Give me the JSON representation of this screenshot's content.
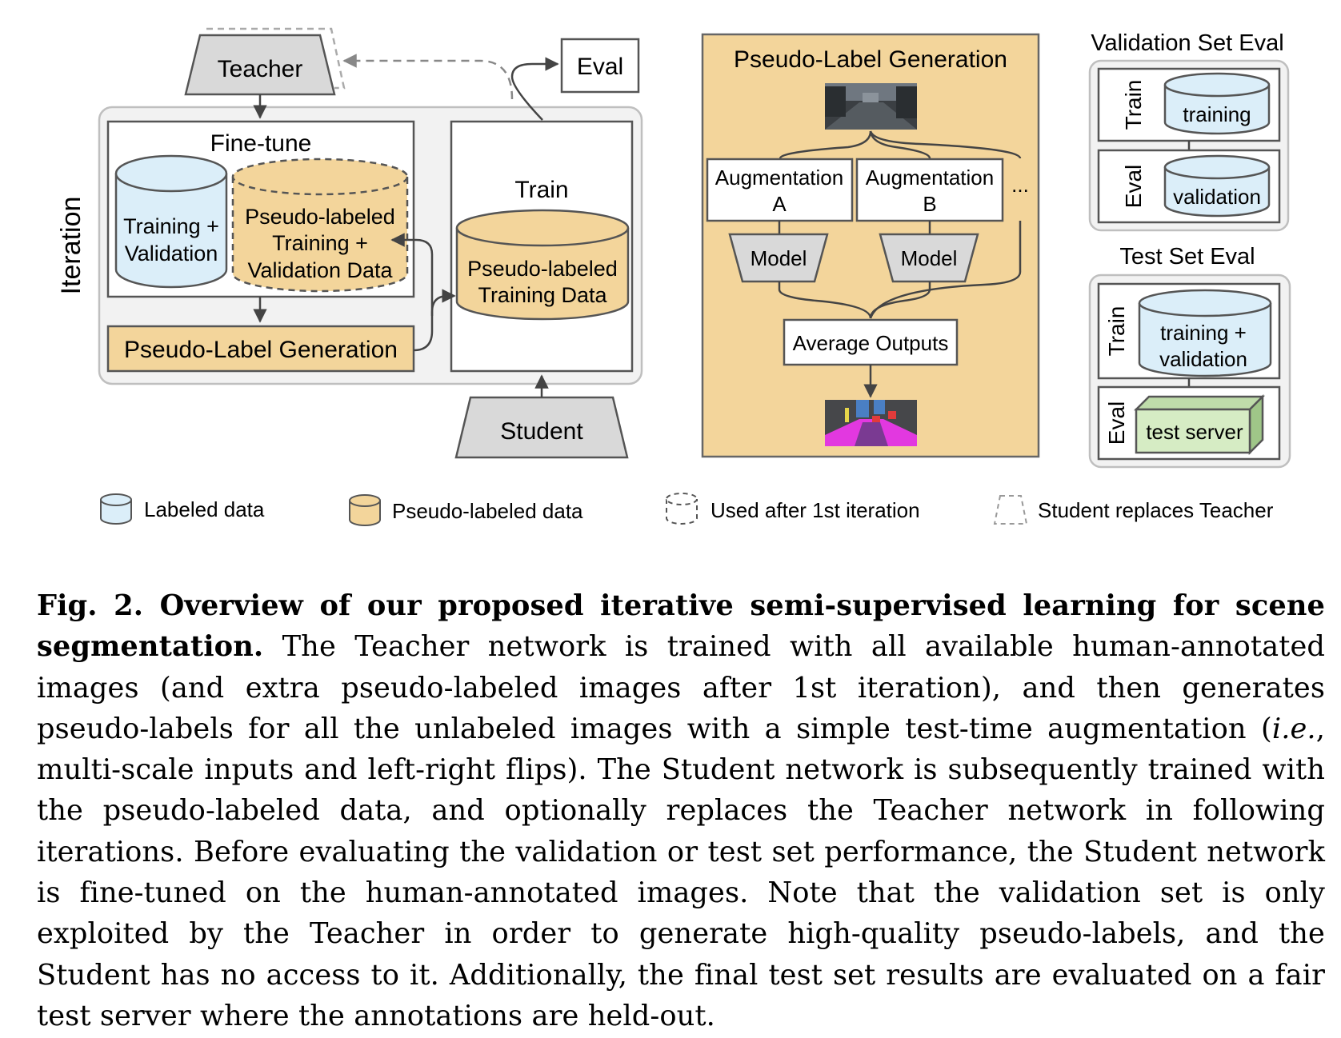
{
  "diagram": {
    "left_panel": {
      "teacher": "Teacher",
      "eval": "Eval",
      "iteration": "Iteration",
      "finetune_title": "Fine-tune",
      "db_labeled": [
        "Training +",
        "Validation"
      ],
      "db_pseudo": [
        "Pseudo-labeled",
        "Training +",
        "Validation Data"
      ],
      "pseudo_label_generation": "Pseudo-Label Generation",
      "train_title": "Train",
      "db_train": [
        "Pseudo-labeled",
        "Training Data"
      ],
      "student": "Student"
    },
    "middle_panel": {
      "title": "Pseudo-Label Generation",
      "aug_a": [
        "Augmentation",
        "A"
      ],
      "aug_b": [
        "Augmentation",
        "B"
      ],
      "ellipsis": "...",
      "model_a": "Model",
      "model_b": "Model",
      "average": "Average Outputs"
    },
    "right_panel": {
      "val_title": "Validation Set Eval",
      "val_train_label": "Train",
      "val_train_db": "training",
      "val_eval_label": "Eval",
      "val_eval_db": "validation",
      "test_title": "Test Set Eval",
      "test_train_label": "Train",
      "test_train_db": [
        "training +",
        "validation"
      ],
      "test_eval_label": "Eval",
      "test_eval_box": "test server"
    },
    "legend": {
      "labeled": "Labeled data",
      "pseudo": "Pseudo-labeled data",
      "after_first": "Used after 1st iteration",
      "replaces": "Student replaces Teacher"
    },
    "colors": {
      "labeled_fill": "#dbeef9",
      "pseudo_fill": "#f3d59b",
      "gray_fill": "#d9d9d9",
      "panel_bg": "#f2f2f2",
      "green_fill": "#d6ecc4"
    }
  },
  "caption": {
    "bold": "Fig. 2. Overview of our proposed iterative semi-supervised learning for scene segmentation.",
    "text_1": " The Teacher network is trained with all available human-annotated images (and extra pseudo-labeled images after 1st iteration), and then generates pseudo-labels for all the unlabeled images with a simple test-time augmentation (",
    "italic": "i.e.",
    "text_2": ", multi-scale inputs and left-right flips). The Student network is subsequently trained with the pseudo-labeled data, and optionally replaces the Teacher network in following iterations. Before evaluating the validation or test set performance, the Student network is fine-tuned on the human-annotated images. Note that the validation set is only exploited by the Teacher in order to generate high-quality pseudo-labels, and the Student has no access to it. Additionally, the final test set results are evaluated on a fair test server where the annotations are held-out."
  }
}
